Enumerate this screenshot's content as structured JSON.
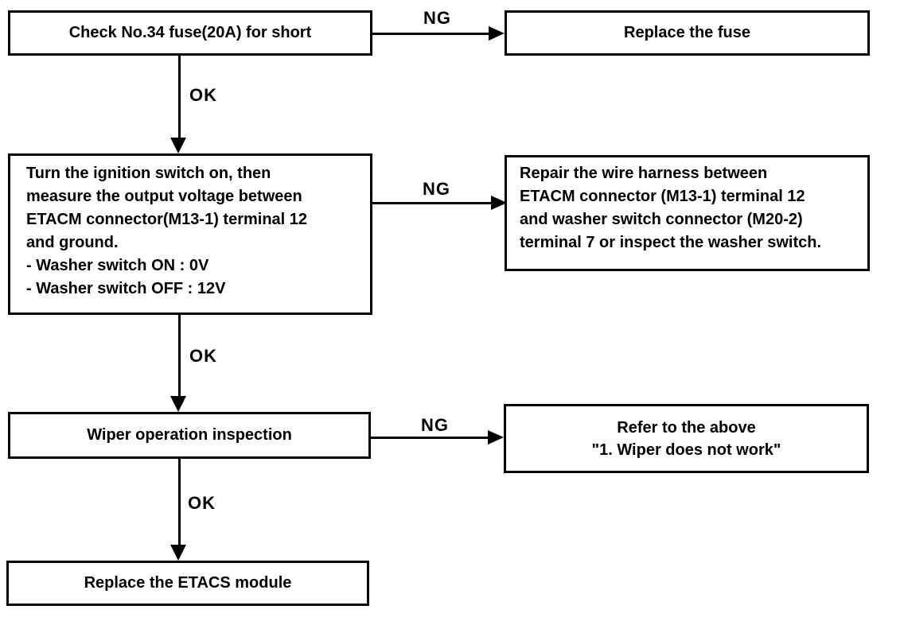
{
  "diagram": {
    "colors": {
      "line": "#000000",
      "background": "#ffffff",
      "text": "#000000"
    },
    "labels": {
      "ok": "OK",
      "ng": "NG"
    },
    "steps": {
      "step1": {
        "text": "Check No.34 fuse(20A) for short"
      },
      "step2": {
        "lines": [
          "Turn the ignition switch on, then",
          "measure the output voltage between",
          "ETACM connector(M13-1) terminal 12",
          "and ground.",
          "- Washer switch ON : 0V",
          "- Washer switch OFF : 12V"
        ]
      },
      "step3": {
        "text": "Wiper operation inspection"
      },
      "step4": {
        "text": "Replace the ETACS module"
      }
    },
    "results": {
      "result1": {
        "text": "Replace the fuse"
      },
      "result2": {
        "lines": [
          "Repair the wire harness between",
          "ETACM connector (M13-1) terminal 12",
          "and washer switch connector (M20-2)",
          "terminal 7 or inspect the washer switch."
        ]
      },
      "result3": {
        "lines": [
          "Refer to the above",
          "\"1. Wiper does not work\""
        ]
      }
    }
  }
}
